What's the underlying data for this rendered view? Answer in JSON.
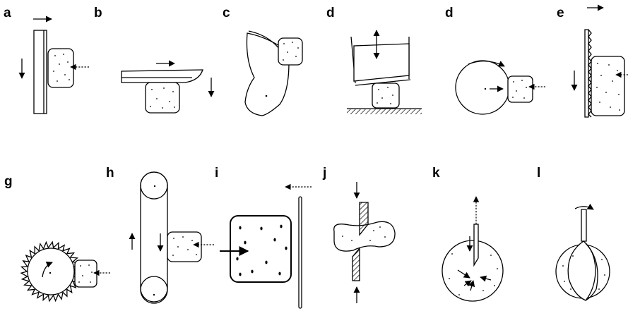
{
  "panel_labels": {
    "a": "a",
    "b": "b",
    "c": "c",
    "d1": "d",
    "d2": "d",
    "e": "e",
    "g": "g",
    "h": "h",
    "i": "i",
    "j": "j",
    "k": "k",
    "l": "l"
  }
}
